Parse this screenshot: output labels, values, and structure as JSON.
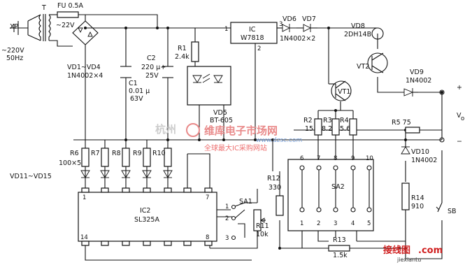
{
  "labels": {
    "xp": "XP",
    "mains_v": "~220V",
    "mains_f": "50Hz",
    "transformer": "T",
    "fuse": "FU 0.5A",
    "secondary": "~22V",
    "bridge_name": "VD1~VD4",
    "bridge_part": "1N4002×4",
    "c1_name": "C1",
    "c1_val": "0.01 μ",
    "c1_v": "63V",
    "c2_name": "C2",
    "c2_val": "220 μ+",
    "c2_v": "25V",
    "r1_name": "R1",
    "r1_val": "2.4k",
    "ic_name": "IC",
    "ic_part": "W7818",
    "ic_pin1": "1",
    "ic_pin2": "2",
    "ic_pin3": "3",
    "vd6": "VD6",
    "vd7": "VD7",
    "vd67_part": "1N4002×2",
    "vd8": "VD8",
    "vd8_part": "2DH14B",
    "vt2": "VT2",
    "vt1": "VT1",
    "vd9": "VD9",
    "vd9_part": "1N4002",
    "plus": "+",
    "minus": "−",
    "vout": "V",
    "vout_sub": "o",
    "vd5": "VD5",
    "vd5_part": "BT-605",
    "r2_name": "R2",
    "r2_val": "15",
    "r3_name": "R3",
    "r3_val": "8.2",
    "r4_name": "R4",
    "r4_val": "5.6",
    "r5": "R5 75",
    "vd10": "VD10",
    "vd10_part": "1N4002",
    "r6": "R6",
    "r6_val": "100×5",
    "r7": "R7",
    "r8": "R8",
    "r9": "R9",
    "r10": "R10",
    "led_range": "VD11~VD15",
    "ic2_name": "IC2",
    "ic2_part": "SL325A",
    "ic2_pin1": "1",
    "ic2_pin7": "7",
    "ic2_pin8": "8",
    "ic2_pin14": "14",
    "sa1": "SA1",
    "sa1_p1": "1",
    "sa1_p2": "2",
    "sa1_p3": "3",
    "r11_name": "R11",
    "r11_val": "10k",
    "r12_name": "R12",
    "r12_val": "330",
    "sa2": "SA2",
    "sa2_top": [
      "6",
      "7",
      "8",
      "9",
      "10"
    ],
    "sa2_bot": [
      "1",
      "2",
      "3",
      "4",
      "5"
    ],
    "r13_name": "R13",
    "r13_val": "1.5k",
    "r14_name": "R14",
    "r14_val": "910",
    "sb": "SB",
    "wm_left": "杭州",
    "wm_brand": "维库电子市场网",
    "wm_url": "www.dzsc.com",
    "wm_tag": "全球最大IC采购网站",
    "logo_cn": "接线图",
    "logo_com": ".com",
    "logo_url": "jiexiantu"
  }
}
